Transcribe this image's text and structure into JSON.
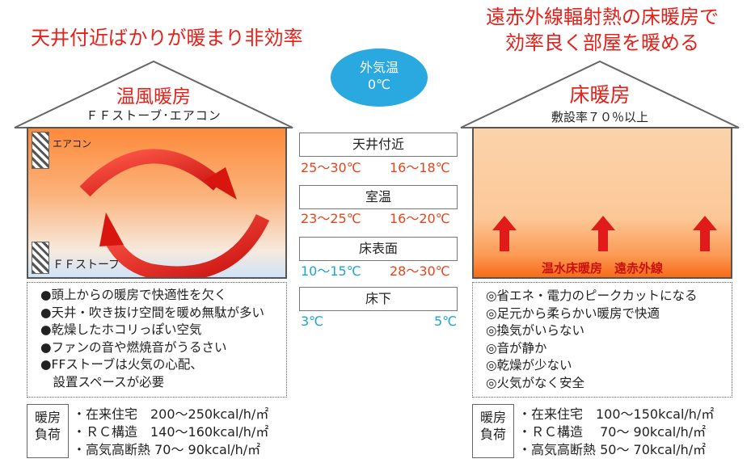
{
  "left": {
    "headline": "天井付近ばかりが暖まり非効率",
    "title": "温風暖房",
    "subtitle": "ＦＦストーブ･エアコン",
    "label_aircon": "エアコン",
    "label_stove": "ＦＦストーブ",
    "bullets": [
      "●頭上からの暖房で快適性を欠く",
      "●天井・吹き抜け空間を暖め無駄が多い",
      "●乾燥したホコリっぽい空気",
      "●ファンの音や燃焼音がうるさい",
      "●FFストーブは火気の心配、",
      "　設置スペースが必要"
    ],
    "load_label": [
      "暖房",
      "負荷"
    ],
    "load_lines": [
      "・在来住宅　200～250kcal/h/㎡",
      "・ＲＣ構造　140～160kcal/h/㎡",
      "・高気高断熱 70～ 90kcal/h/㎡"
    ]
  },
  "right": {
    "headline_1": "遠赤外線輻射熱の床暖房で",
    "headline_2": "効率良く部屋を暖める",
    "title": "床暖房",
    "subtitle": "敷設率７０％以上",
    "floor_label": "温水床暖房　遠赤外線",
    "bullets": [
      "◎省エネ・電力のピークカットになる",
      "◎足元から柔らかい暖房で快適",
      "◎換気がいらない",
      "◎音が静か",
      "◎乾燥が少ない",
      "◎火気がなく安全"
    ],
    "load_label": [
      "暖房",
      "負荷"
    ],
    "load_lines": [
      "・在来住宅　100～150kcal/h/㎡",
      "・ＲＣ構造　 70～ 90kcal/h/㎡",
      "・高気高断熱 50～ 70kcal/h/㎡"
    ]
  },
  "center": {
    "outside_label": "外気温",
    "outside_value": "0℃",
    "rows": [
      {
        "label": "天井付近",
        "left": "25～30℃",
        "right": "16～18℃"
      },
      {
        "label": "室温",
        "left": "23～25℃",
        "right": "16～20℃"
      },
      {
        "label": "床表面",
        "left": "10～15℃",
        "right": "28～30℃"
      },
      {
        "label": "床下",
        "left": "3℃",
        "right": "5℃"
      }
    ]
  },
  "colors": {
    "headline_red": "#e8201a",
    "arrow_red": "#e11a1a",
    "outside_bubble": "#2aa9e0",
    "temp_red": "#e8441c",
    "temp_blue": "#1aa3d6"
  }
}
